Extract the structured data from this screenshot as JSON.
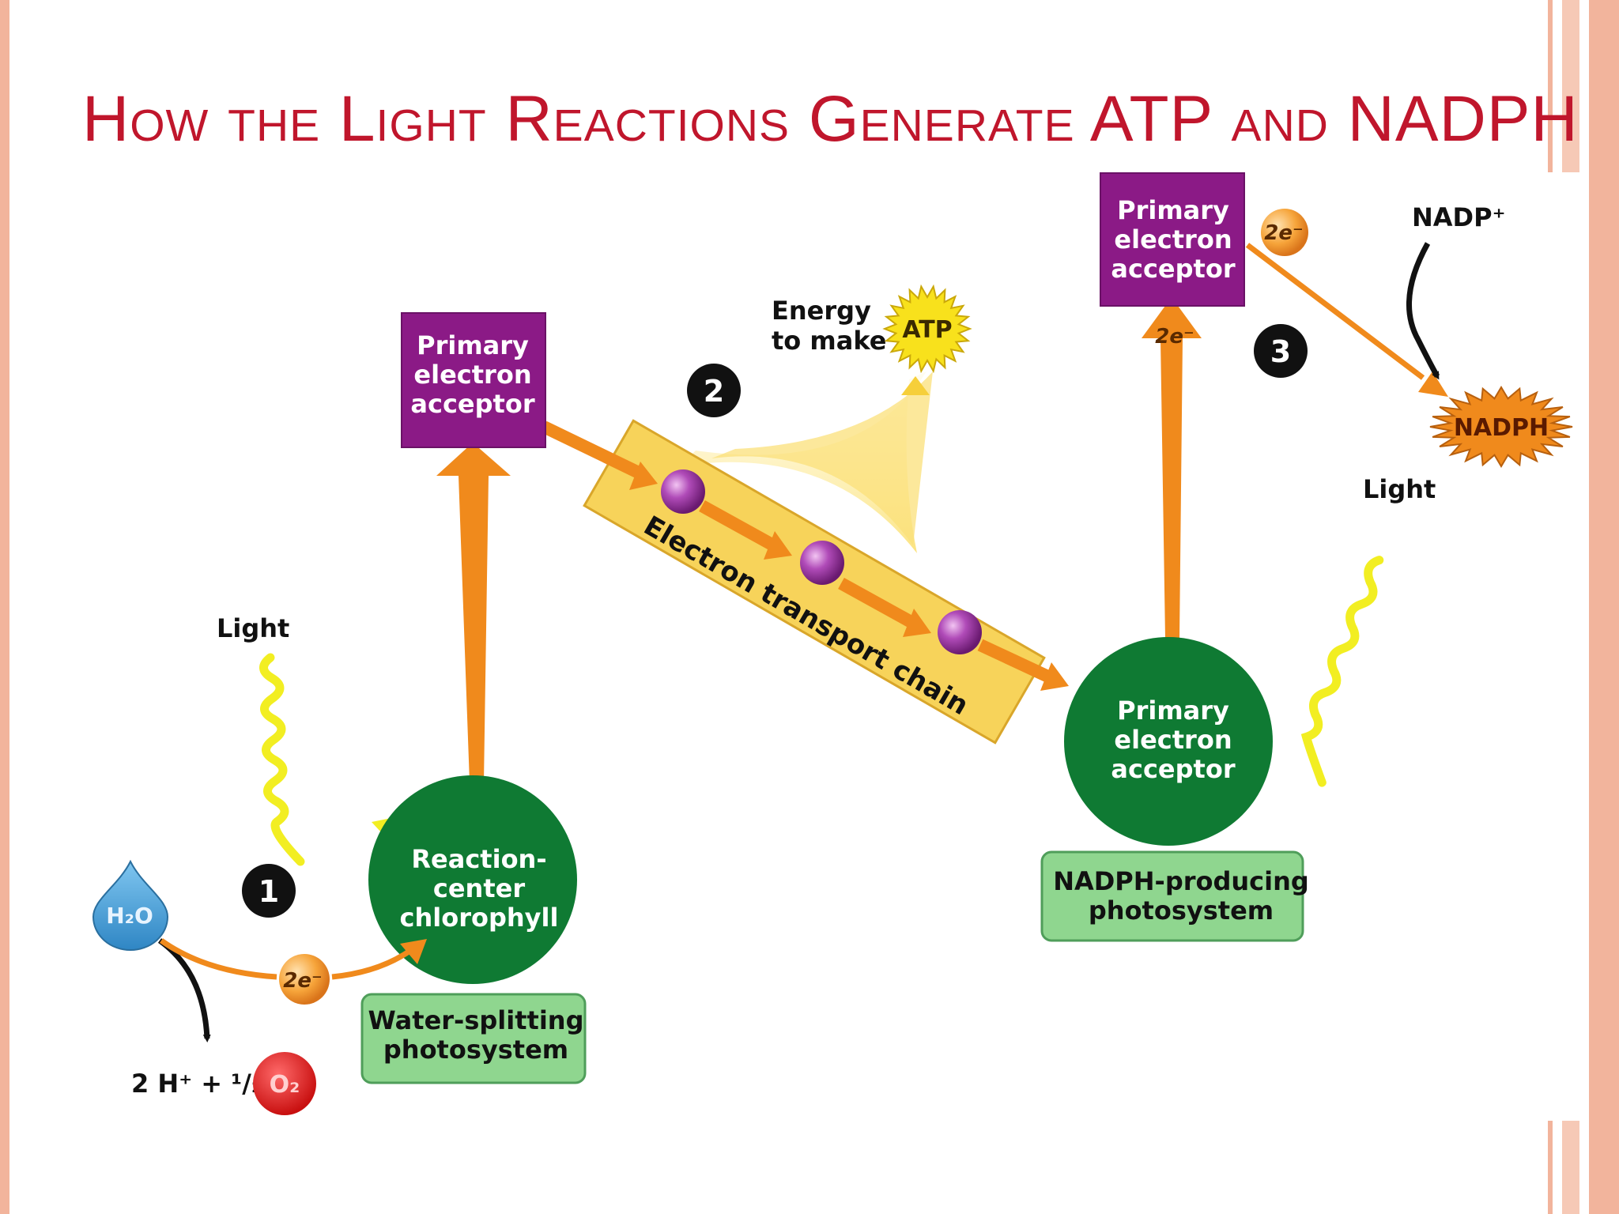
{
  "title": "How the Light Reactions Generate ATP and NADPH",
  "step_numbers": [
    "1",
    "2",
    "3"
  ],
  "photosystem_ii": {
    "acceptor_lines": [
      "Primary",
      "electron",
      "acceptor"
    ],
    "center_lines": [
      "Reaction-",
      "center",
      "chlorophyll"
    ],
    "label_lines": [
      "Water-splitting",
      "photosystem"
    ],
    "light": "Light"
  },
  "water": {
    "drop_label": "H₂O",
    "electrons": "2e⁻",
    "products_text": "2 H⁺ + ¹/₂",
    "oxygen_label": "O₂"
  },
  "electron_transport": {
    "label": "Electron transport chain",
    "energy_lines": [
      "Energy",
      "to make"
    ],
    "atp": "ATP"
  },
  "photosystem_i": {
    "acceptor_lines": [
      "Primary",
      "electron",
      "acceptor"
    ],
    "electrons_up": "2e⁻",
    "electrons_out": "2e⁻",
    "center_lines": [
      "Primary",
      "electron",
      "acceptor"
    ],
    "label_lines": [
      "NADPH-producing",
      "photosystem"
    ],
    "light": "Light",
    "nadp": "NADP⁺",
    "nadph": "NADPH"
  },
  "colors": {
    "title": "#c0162c",
    "acceptor_box": "#8b1a86",
    "reaction_center": "#0f7a33",
    "photosystem_label_bg": "#8fd68f",
    "orange_arrow": "#f08a1c",
    "etc_band": "#f7d35a",
    "light_wave": "#f2ee22",
    "carrier": "#a03aa8",
    "oxygen": "#e01b1b",
    "water_drop": "#3e9ad6",
    "badge": "#111111"
  }
}
